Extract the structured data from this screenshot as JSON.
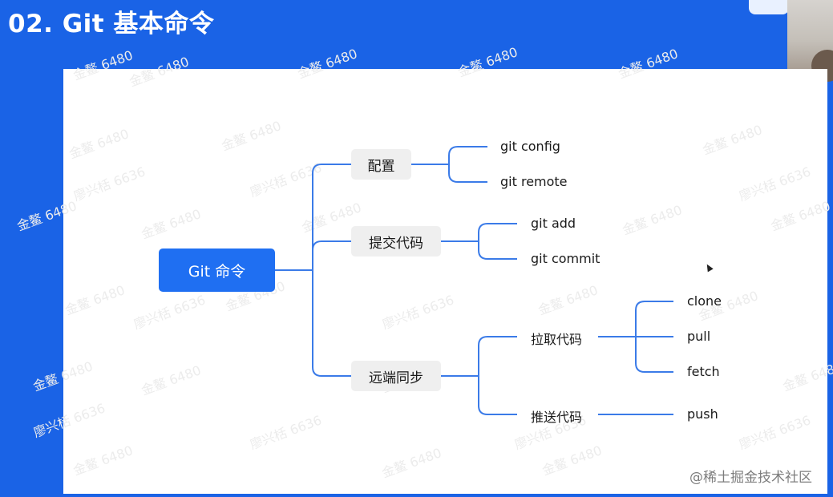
{
  "slide": {
    "title": "02. Git 基本命令"
  },
  "watermarks": [
    "金鳌 6480",
    "廖兴栝 6636"
  ],
  "mindmap": {
    "root": "Git 命令",
    "branches": [
      {
        "label": "配置",
        "children": [
          "git config",
          "git remote"
        ]
      },
      {
        "label": "提交代码",
        "children": [
          "git add",
          "git commit"
        ]
      },
      {
        "label": "远端同步",
        "children": [
          {
            "label": "拉取代码",
            "children": [
              "clone",
              "pull",
              "fetch"
            ]
          },
          {
            "label": "推送代码",
            "children": [
              "push"
            ]
          }
        ]
      }
    ]
  },
  "footer": {
    "brand": "@稀土掘金技术社区"
  },
  "colors": {
    "background": "#1a63e6",
    "root": "#1f6ff2",
    "line": "#3b7be8",
    "box": "#efefef"
  }
}
